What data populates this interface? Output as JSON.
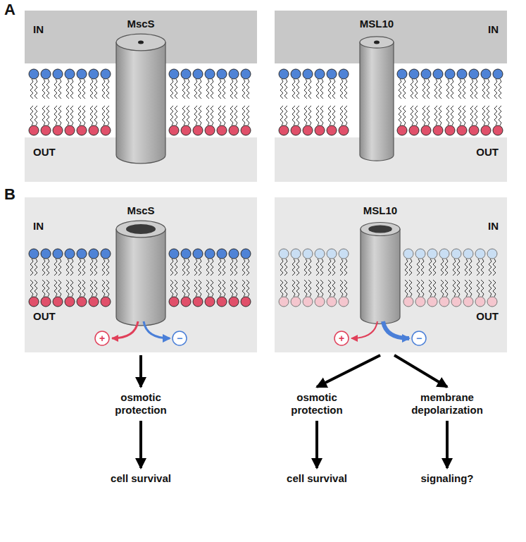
{
  "diagram": {
    "nodes": [
      {
        "text": [
          "MscS",
          "IN",
          "OUT"
        ]
      },
      {
        "text": [
          "MSL10",
          "IN",
          "OUT"
        ]
      },
      {
        "text": [
          "MscS",
          "IN",
          "OUT"
        ]
      },
      {
        "text": [
          "MSL10",
          "IN",
          "OUT"
        ]
      },
      {
        "text": [
          "osmotic protection"
        ]
      },
      {
        "text": [
          "cell survival"
        ]
      },
      {
        "text": [
          "osmotic protection"
        ]
      },
      {
        "text": [
          "membrane depolarization"
        ]
      },
      {
        "text": [
          "cell survival"
        ]
      },
      {
        "text": [
          "signaling?"
        ]
      }
    ],
    "edges": [
      {
        "from": 2,
        "to": 4,
        "arrow": "to"
      },
      {
        "from": 4,
        "to": 5,
        "arrow": "to"
      },
      {
        "from": 3,
        "to": 6,
        "arrow": "to"
      },
      {
        "from": 3,
        "to": 7,
        "arrow": "to"
      },
      {
        "from": 6,
        "to": 8,
        "arrow": "to"
      },
      {
        "from": 7,
        "to": 9,
        "arrow": "to"
      }
    ],
    "labels": [
      "A",
      "B",
      "+",
      "−",
      "+",
      "−"
    ]
  }
}
